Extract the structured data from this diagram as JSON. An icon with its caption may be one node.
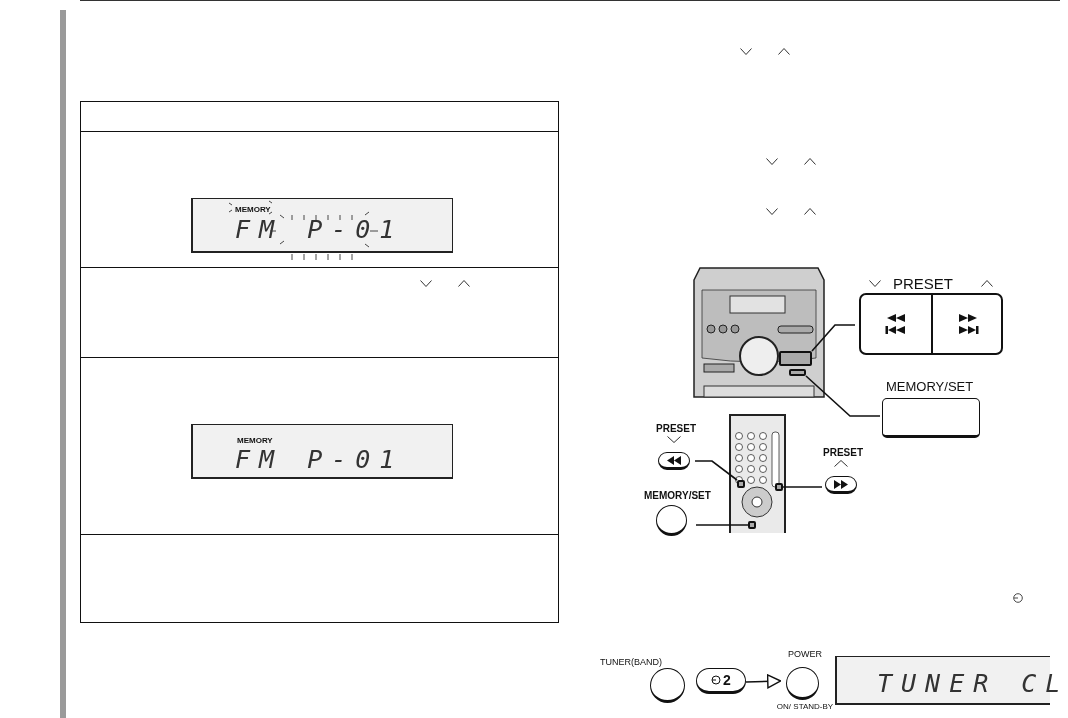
{
  "diagram": {
    "nodes": [
      {
        "text": [
          "PRESET"
        ]
      },
      {
        "text": [],
        "shape": "box"
      },
      {
        "text": [
          "MEMORY/SET"
        ]
      },
      {
        "text": [],
        "shape": "box"
      },
      {
        "text": [
          "PRESET"
        ]
      },
      {
        "text": [],
        "shape": "box"
      },
      {
        "text": [
          "PRESET"
        ]
      },
      {
        "text": [],
        "shape": "box"
      },
      {
        "text": [
          "MEMORY/SET"
        ]
      },
      {
        "text": [],
        "shape": "box"
      },
      {
        "text": [
          "TUNER(BAND)"
        ]
      },
      {
        "text": [
          "2"
        ]
      },
      {
        "text": [
          "POWER",
          "ON/ STAND-BY"
        ]
      }
    ],
    "edges": [
      {
        "from": 0,
        "to": 1,
        "arrow": "none"
      },
      {
        "from": 2,
        "to": 3,
        "arrow": "none"
      },
      {
        "from": 4,
        "to": 5,
        "arrow": "none"
      },
      {
        "from": 6,
        "to": 7,
        "arrow": "none"
      },
      {
        "from": 8,
        "to": 9,
        "arrow": "none"
      },
      {
        "from": 11,
        "to": 12,
        "arrow": "to"
      }
    ],
    "labels": [
      "MEMORY",
      "FM P-01",
      "MEMORY",
      "FM P-01",
      "TUNER CL"
    ]
  }
}
